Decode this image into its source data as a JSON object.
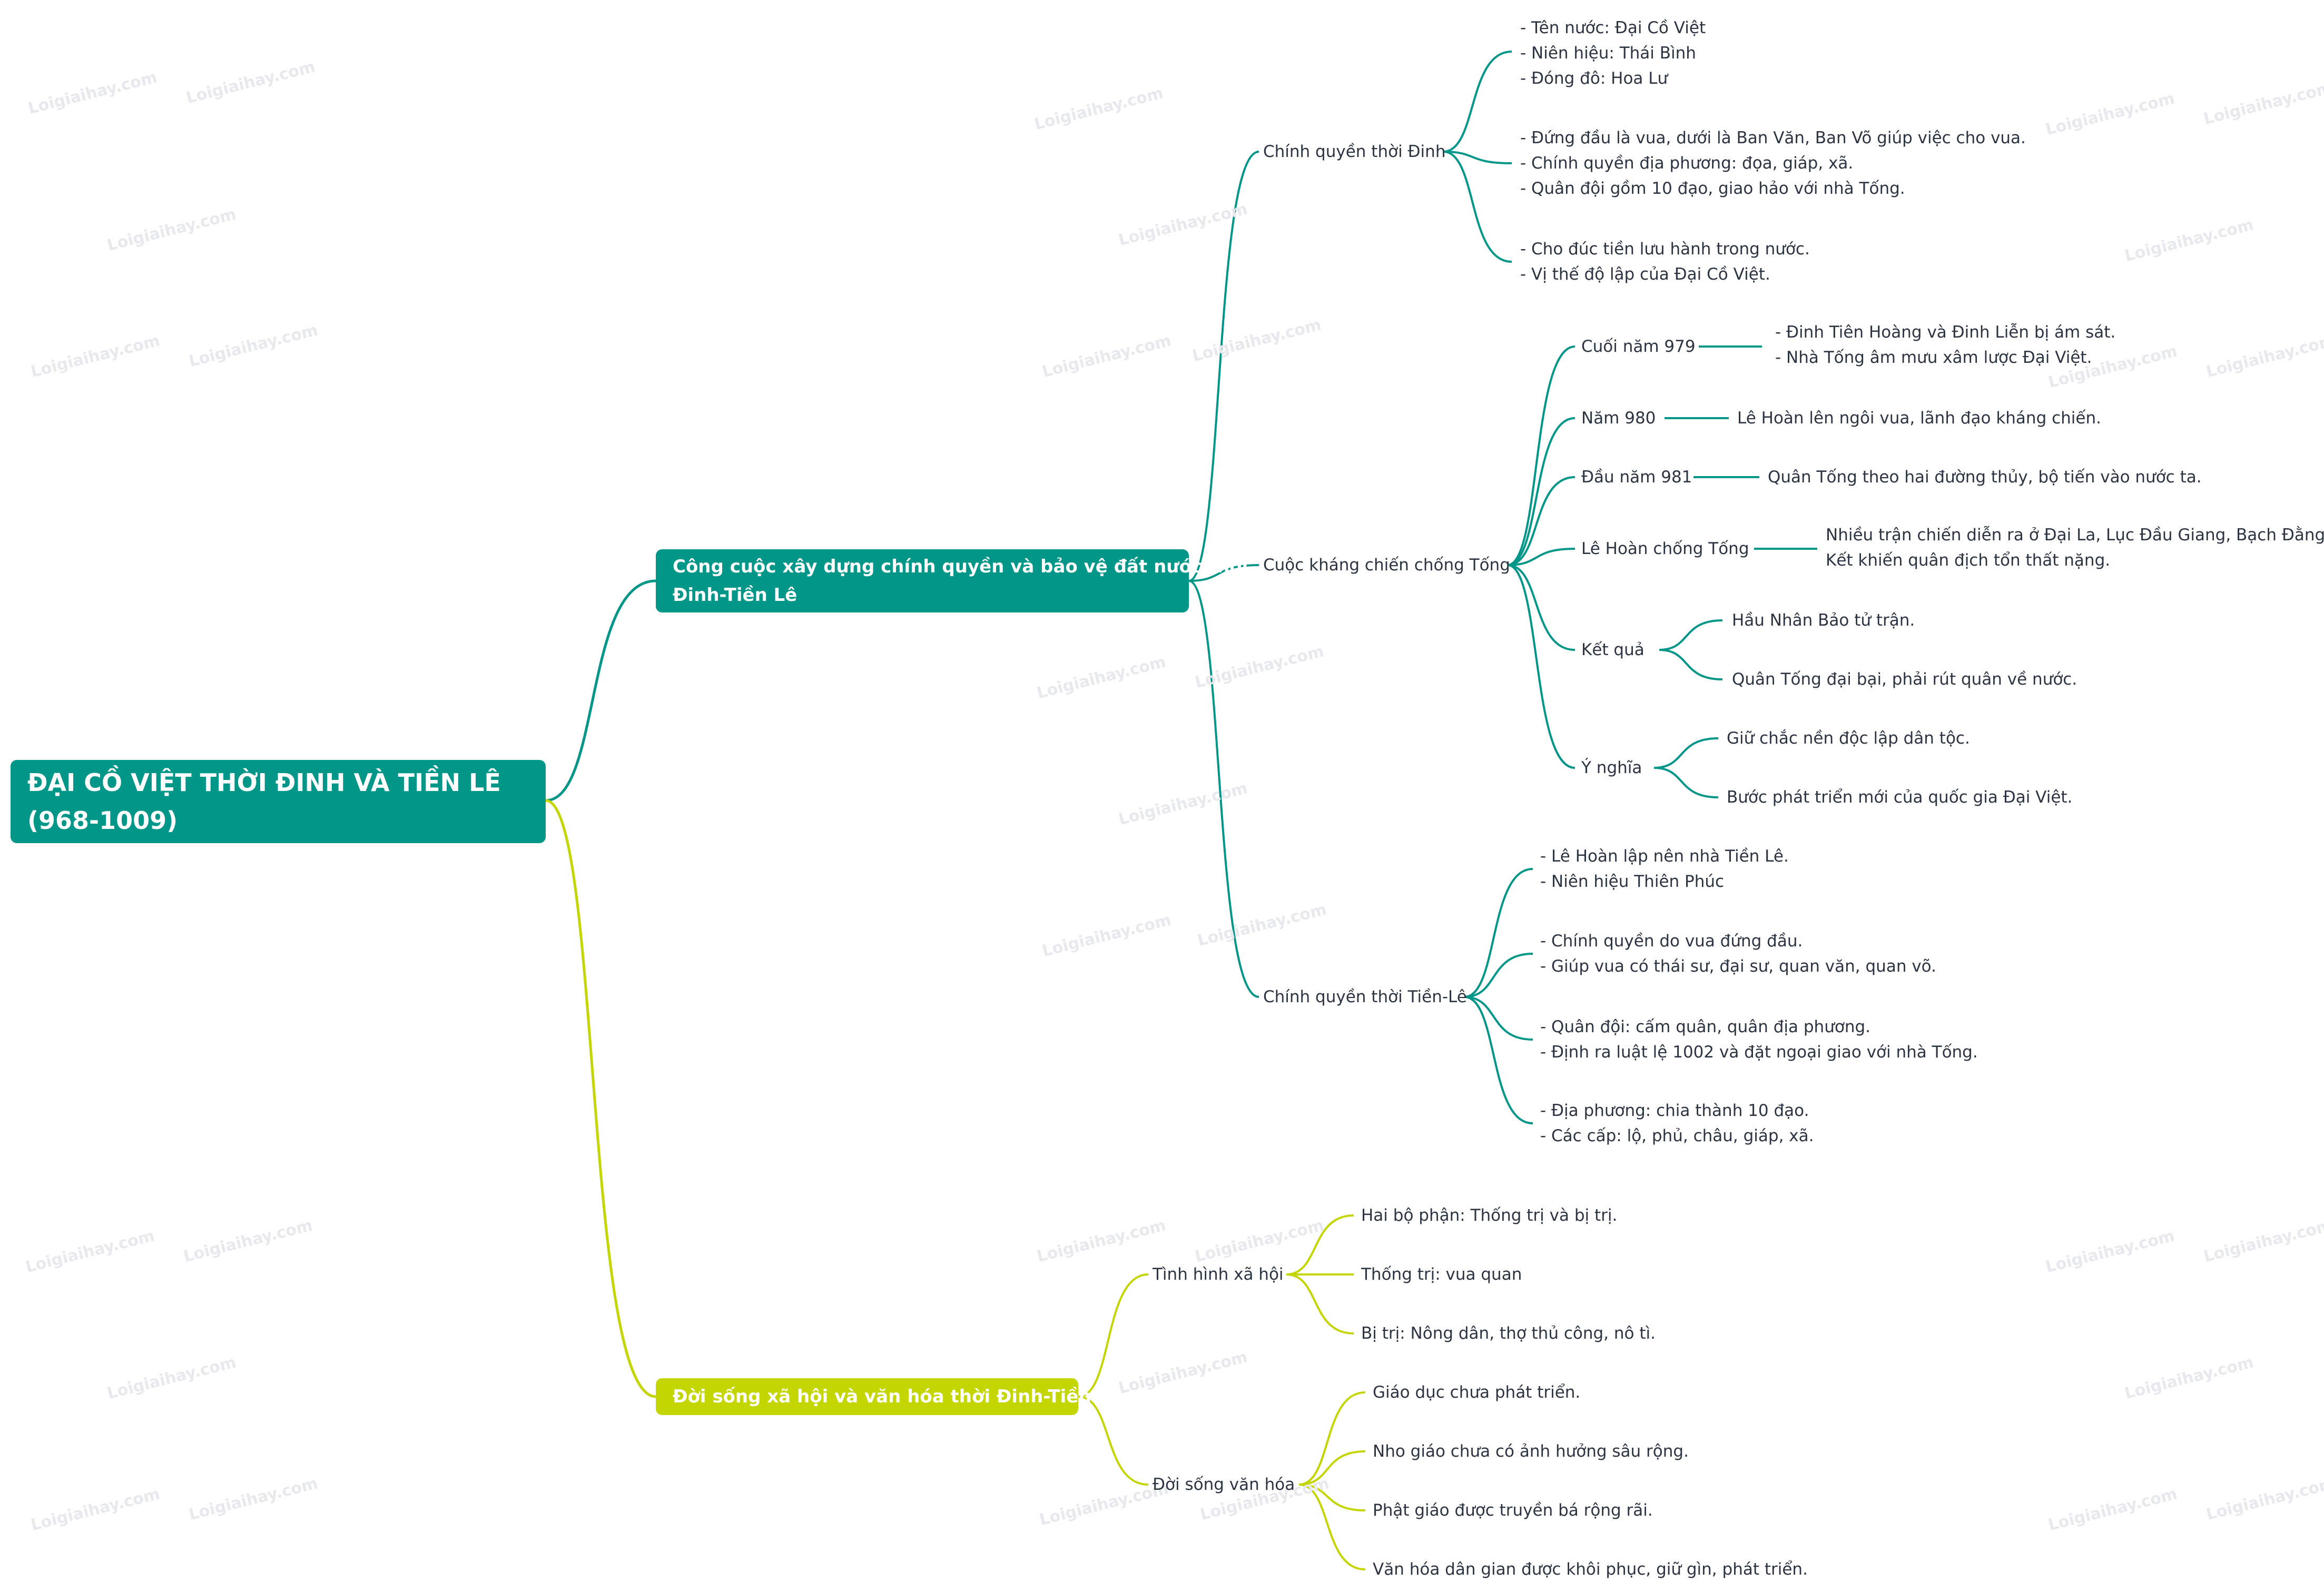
{
  "watermark": "Loigiaihay.com",
  "colors": {
    "teal": "#009688",
    "lime": "#c4d600",
    "text": "#2b3440"
  },
  "root": {
    "title": "ĐẠI CỒ VIỆT THỜI ĐINH VÀ TIỀN LÊ\n(968-1009)"
  },
  "branch1": {
    "label": "Công cuộc xây dựng chính quyền và bảo vệ đất nước thời\nĐinh-Tiền Lê",
    "dinh": {
      "label": "Chính quyền thời Đinh",
      "leaves": [
        "- Tên nước: Đại Cồ Việt\n- Niên hiệu: Thái Bình\n- Đóng đô: Hoa Lư",
        "- Đứng đầu là vua, dưới là Ban Văn, Ban Võ giúp việc cho vua.\n- Chính quyền địa phương: đọa, giáp, xã.\n- Quân đội gồm 10 đạo, giao hảo với nhà Tống.",
        "- Cho đúc tiền lưu hành trong nước.\n- Vị thế độ lập của Đại Cồ Việt."
      ]
    },
    "khangchien": {
      "label": "Cuộc kháng chiến chống Tống",
      "items": [
        {
          "label": "Cuối năm 979",
          "details": [
            "- Đinh Tiên Hoàng và Đinh Liễn bị ám sát.\n- Nhà Tống âm mưu xâm lược Đại Việt."
          ]
        },
        {
          "label": "Năm 980",
          "details": [
            "Lê Hoàn lên ngôi vua, lãnh đạo kháng chiến."
          ]
        },
        {
          "label": "Đầu năm 981",
          "details": [
            "Quân Tống theo hai đường thủy, bộ tiến vào nước ta."
          ]
        },
        {
          "label": "Lê Hoàn chống Tống",
          "details": [
            "Nhiều trận chiến diễn ra ở Đại La, Lục Đầu Giang, Bạch Đằng, Tây\nKết khiến quân địch tổn thất nặng."
          ]
        },
        {
          "label": "Kết quả",
          "details": [
            "Hầu Nhân Bảo tử trận.",
            "Quân Tống đại bại, phải rút quân về nước."
          ]
        },
        {
          "label": "Ý nghĩa",
          "details": [
            "Giữ chắc nền độc lập dân tộc.",
            "Bước phát triển mới của quốc gia Đại Việt."
          ]
        }
      ]
    },
    "tienle": {
      "label": "Chính quyền thời Tiền-Lê",
      "leaves": [
        "- Lê Hoàn lập nên nhà Tiền Lê.\n- Niên hiệu Thiên Phúc",
        "- Chính quyền do vua đứng đầu.\n- Giúp vua có thái sư, đại sư, quan văn, quan võ.",
        "- Quân đội: cấm quân, quân địa phương.\n- Định ra luật lệ 1002 và đặt ngoại giao với nhà Tống.",
        "- Địa phương: chia thành 10 đạo.\n- Các cấp: lộ, phủ, châu, giáp, xã."
      ]
    }
  },
  "branch2": {
    "label": "Đời sống xã hội và văn hóa thời Đinh-Tiền Lê",
    "xahoi": {
      "label": "Tình hình xã hội",
      "leaves": [
        "Hai bộ phận: Thống trị và bị trị.",
        "Thống trị: vua quan",
        "Bị trị: Nông dân, thợ thủ công, nô tì."
      ]
    },
    "vanhoa": {
      "label": "Đời sống văn hóa",
      "leaves": [
        "Giáo dục chưa phát triển.",
        "Nho giáo chưa có ảnh hưởng sâu rộng.",
        "Phật giáo được truyền bá rộng rãi.",
        "Văn hóa dân gian được khôi phục, giữ gìn, phát triển."
      ]
    }
  }
}
